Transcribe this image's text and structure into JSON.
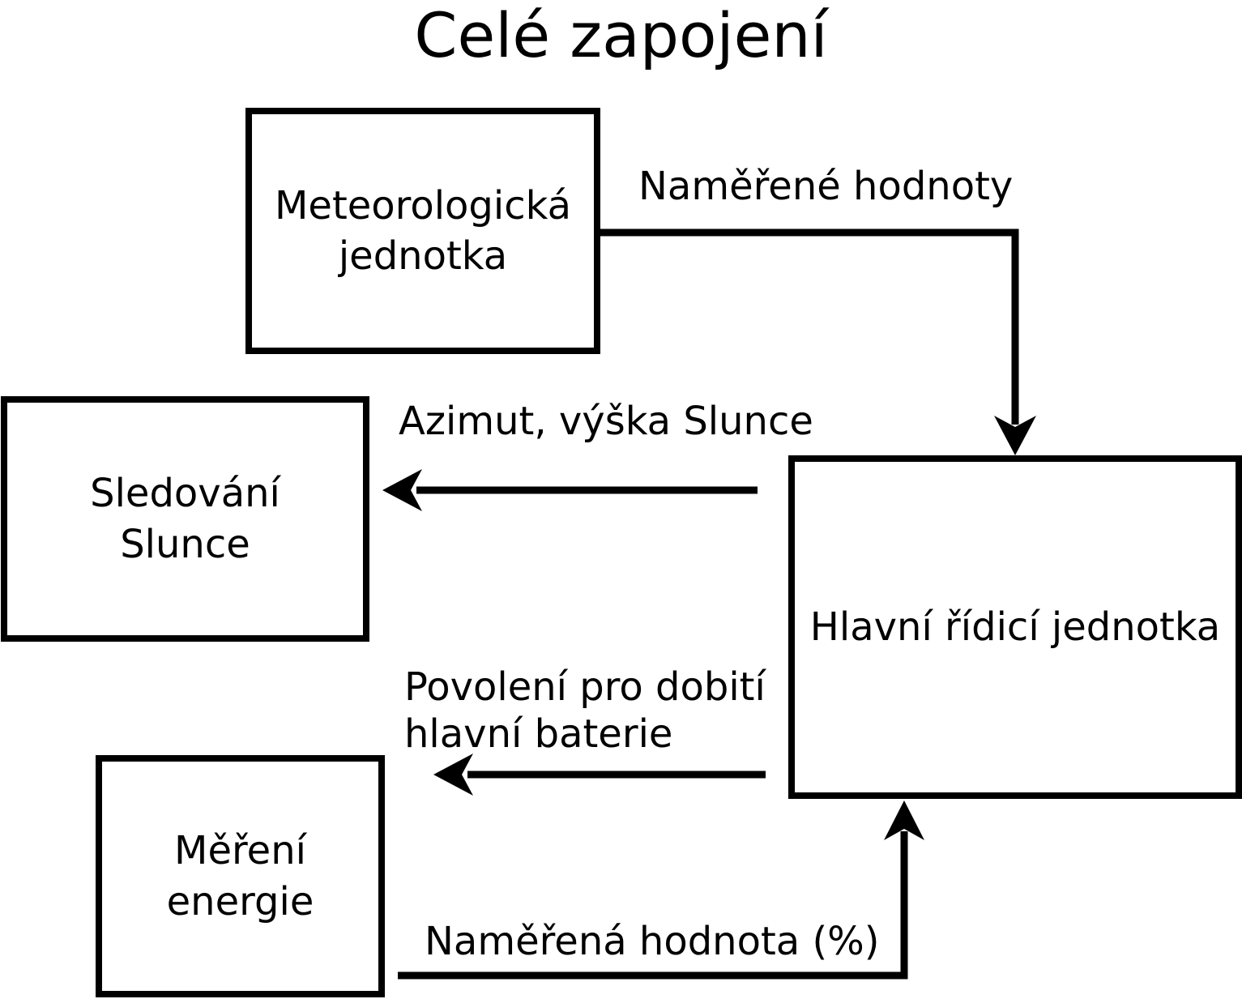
{
  "title": "Celé zapojení",
  "nodes": {
    "meteo": {
      "label": "Meteorologická\njednotka"
    },
    "sledovani": {
      "label": "Sledování\nSlunce"
    },
    "hlavni": {
      "label": "Hlavní řídicí jednotka"
    },
    "mereni": {
      "label": "Měření\nenergie"
    }
  },
  "edges": {
    "namerene": {
      "label": "Naměřené hodnoty"
    },
    "azimut": {
      "label": "Azimut, výška Slunce"
    },
    "povoleni": {
      "label": "Povolení pro dobití\nhlavní baterie"
    },
    "namerena": {
      "label": "Naměřená hodnota (%)"
    }
  },
  "colors": {
    "ink": "#000000",
    "background": "#ffffff"
  }
}
